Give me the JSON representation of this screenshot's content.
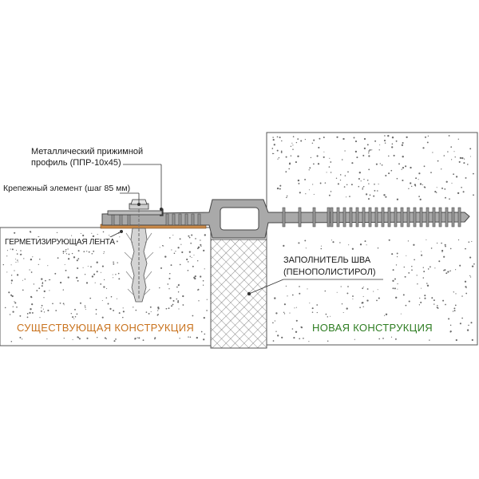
{
  "labels": {
    "profile_line1": "Металлический прижимной",
    "profile_line2": "профиль  (ППР-10х45)",
    "fastener": "Крепежный элемент (шаг 85 мм)",
    "sealing_tape": "ГЕРМЕТИЗИРУЮЩАЯ ЛЕНТА",
    "filler_line1": "ЗАПОЛНИТЕЛЬ ШВА",
    "filler_line2": "(ПЕНОПОЛИСТИРОЛ)",
    "existing_structure": "СУЩЕСТВУЮЩАЯ  КОНСТРУКЦИЯ",
    "new_structure": "НОВАЯ  КОНСТРУКЦИЯ"
  },
  "colors": {
    "existing_label": "#c9731e",
    "new_label": "#2e7d22",
    "profile_gray": "#a9a9a9",
    "tape_brown": "#c98a4a",
    "anchor_gray": "#d4d4d4",
    "concrete_fill": "#ffffff",
    "outline": "#555555"
  }
}
